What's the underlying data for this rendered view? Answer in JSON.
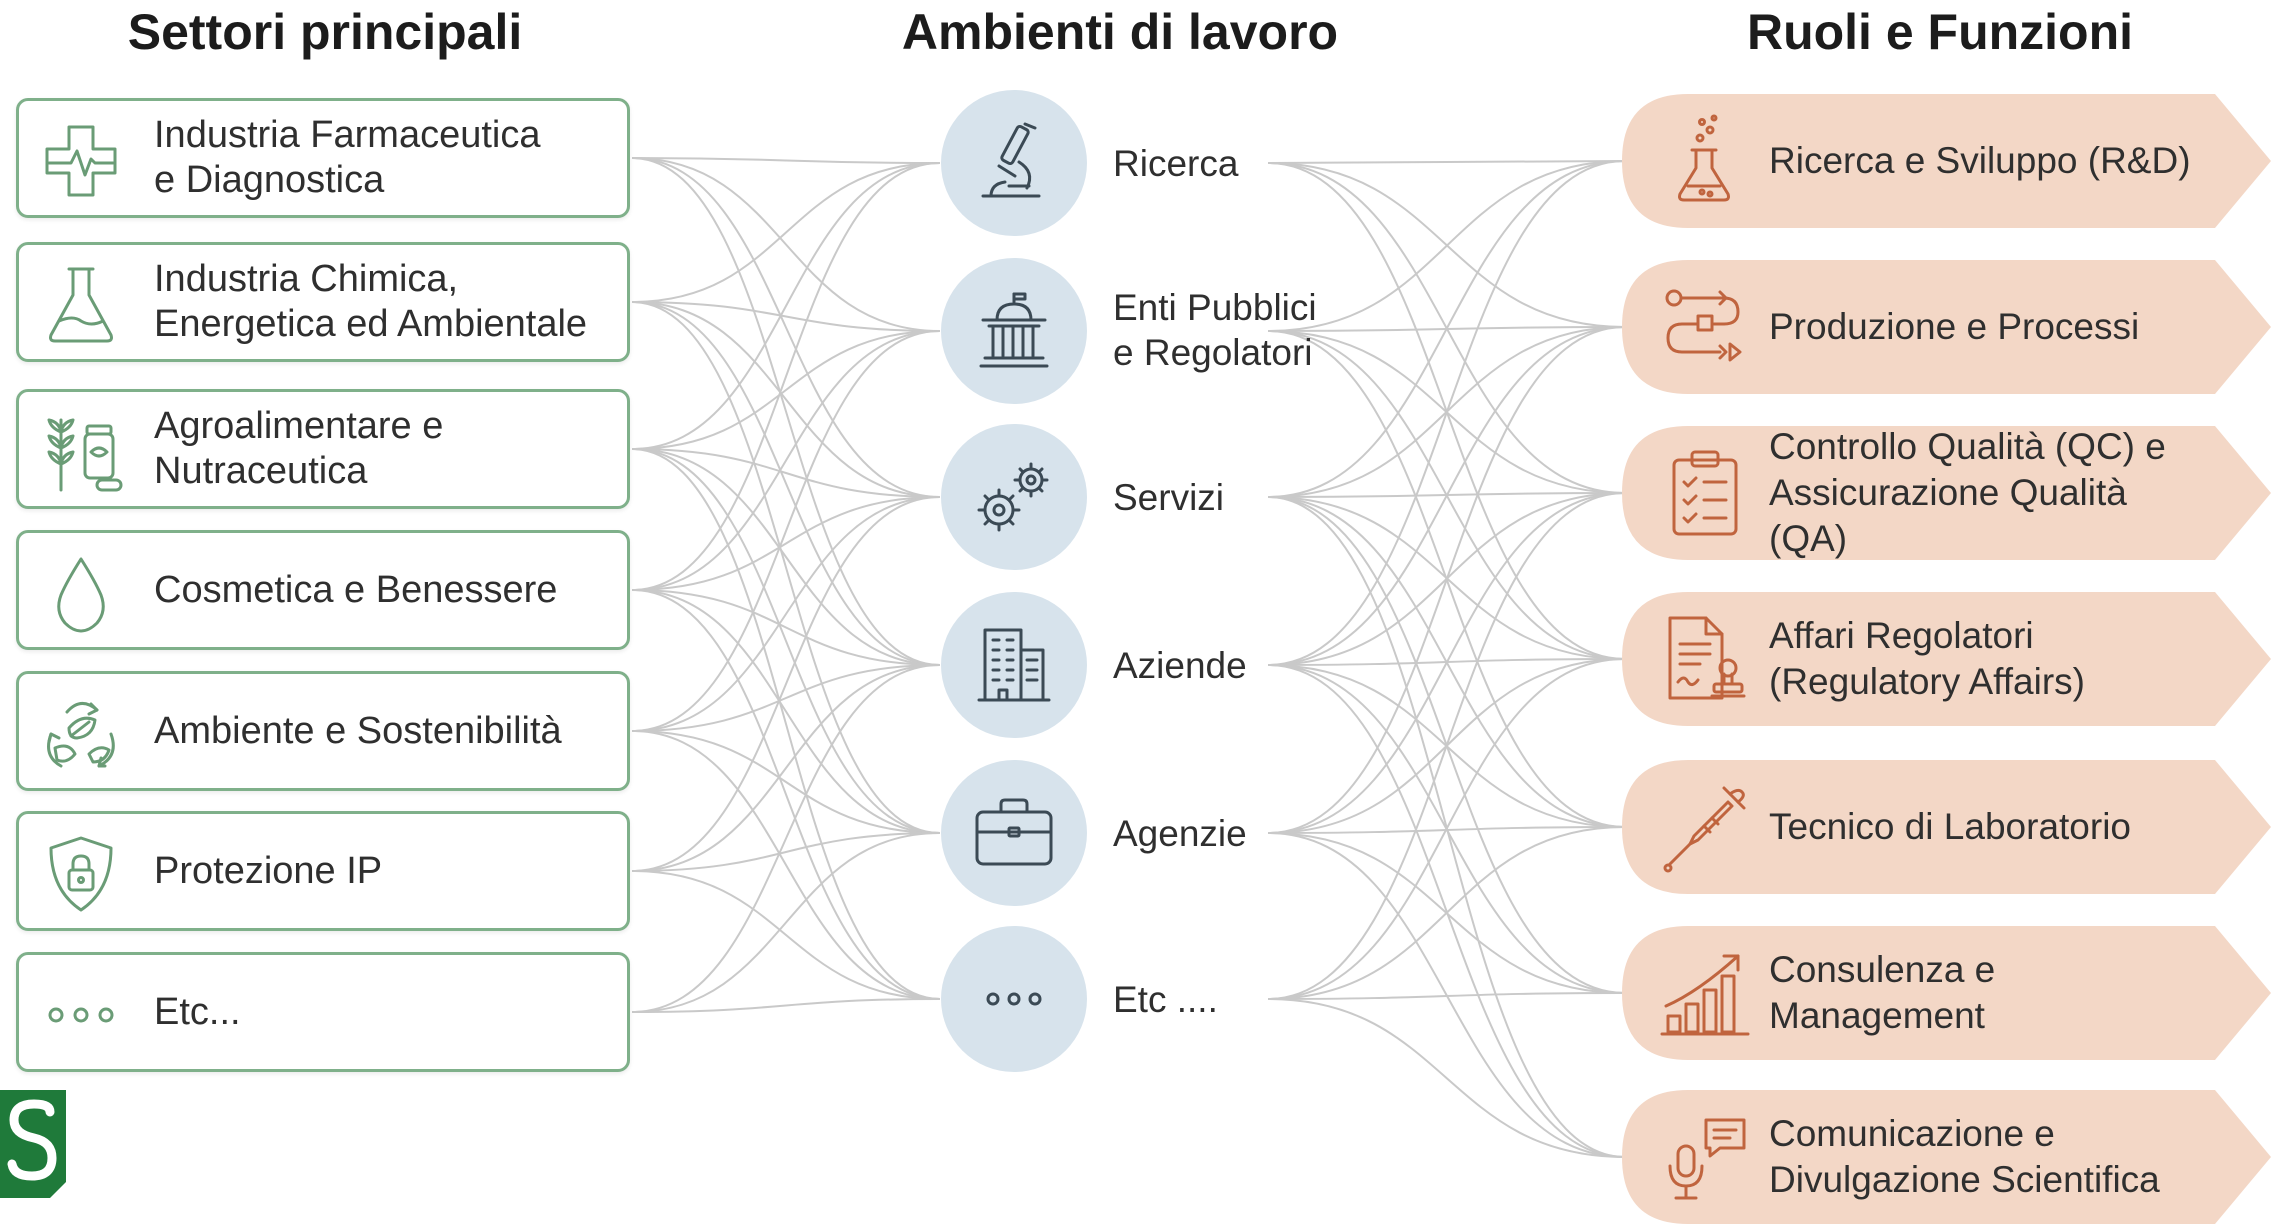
{
  "columns": {
    "sectors_title": "Settori principali",
    "environments_title": "Ambienti di lavoro",
    "roles_title": "Ruoli e Funzioni"
  },
  "sectors": [
    {
      "label": "Industria Farmaceutica\ne Diagnostica",
      "icon": "medical-cross-icon"
    },
    {
      "label": "Industria Chimica,\nEnergetica ed Ambientale",
      "icon": "flask-icon"
    },
    {
      "label": "Agroalimentare e\nNutraceutica",
      "icon": "wheat-and-supplement-icon"
    },
    {
      "label": "Cosmetica e Benessere",
      "icon": "drop-icon"
    },
    {
      "label": "Ambiente e Sostenibilità",
      "icon": "recycle-leaf-icon"
    },
    {
      "label": "Protezione IP",
      "icon": "shield-lock-icon"
    },
    {
      "label": "Etc...",
      "icon": "ellipsis-icon"
    }
  ],
  "environments": [
    {
      "label": "Ricerca",
      "icon": "microscope-icon"
    },
    {
      "label": "Enti Pubblici\ne Regolatori",
      "icon": "government-building-icon"
    },
    {
      "label": "Servizi",
      "icon": "gears-icon"
    },
    {
      "label": "Aziende",
      "icon": "office-building-icon"
    },
    {
      "label": "Agenzie",
      "icon": "briefcase-icon"
    },
    {
      "label": "Etc ....",
      "icon": "ellipsis-icon"
    }
  ],
  "roles": [
    {
      "label": "Ricerca e Sviluppo (R&D)",
      "icon": "bubbling-flask-icon"
    },
    {
      "label": "Produzione e Processi",
      "icon": "process-flow-icon"
    },
    {
      "label": "Controllo Qualità (QC) e\nAssicurazione Qualità (QA)",
      "icon": "checklist-clipboard-icon"
    },
    {
      "label": "Affari Regolatori\n(Regulatory Affairs)",
      "icon": "document-stamp-icon"
    },
    {
      "label": "Tecnico di Laboratorio",
      "icon": "pipette-icon"
    },
    {
      "label": "Consulenza e\nManagement",
      "icon": "growth-chart-icon"
    },
    {
      "label": "Comunicazione e\nDivulgazione Scientifica",
      "icon": "microphone-speech-icon"
    }
  ],
  "colors": {
    "sector_border": "#7fb08a",
    "sector_icon": "#6a9c76",
    "env_circle": "#d7e3ec",
    "env_icon": "#3b4a55",
    "role_fill": "#f3d7c6",
    "role_icon": "#c0643e",
    "connector": "#c9c9c9",
    "logo": "#1f7a3a"
  }
}
